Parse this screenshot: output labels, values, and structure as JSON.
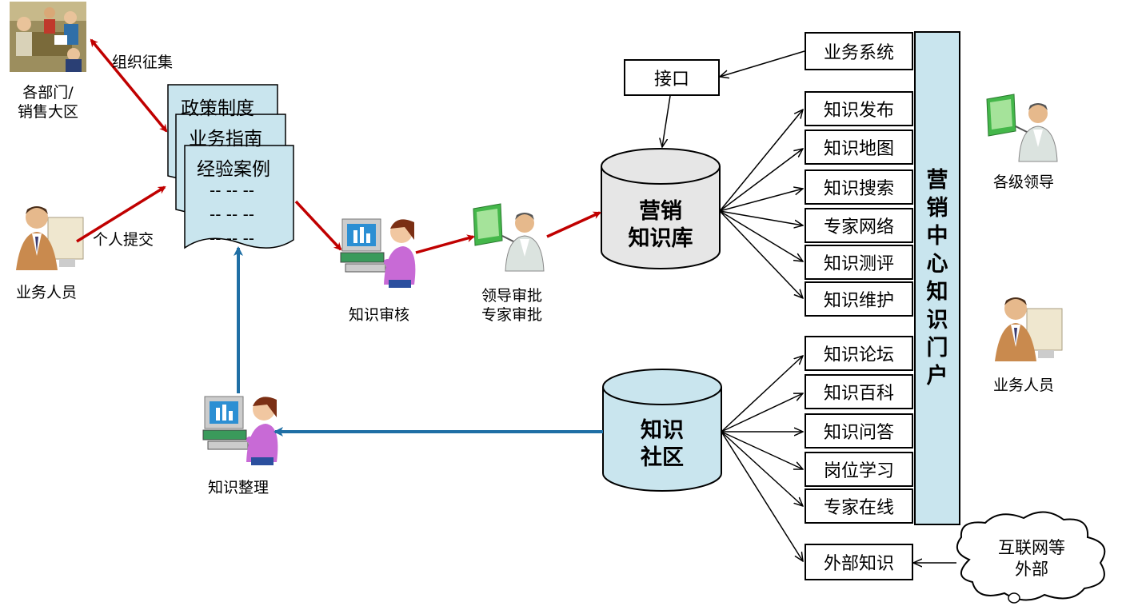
{
  "colors": {
    "red_flow": "#c00000",
    "blue_flow": "#1f6fa5",
    "light_blue": "#c9e5ee",
    "db_gray": "#e6e6e6"
  },
  "actors": {
    "departments": "各部门/\n销售大区",
    "staff_left": "业务人员",
    "leaders": "各级领导",
    "staff_right": "业务人员"
  },
  "flow_labels": {
    "collect": "组织征集",
    "personal": "个人提交"
  },
  "documents": {
    "policy": "政策制度",
    "guide": "业务指南",
    "cases": "经验案例",
    "dashes": [
      "-- -- --",
      "-- -- --",
      "-- -- --"
    ]
  },
  "steps": {
    "review": "知识审核",
    "approve": "领导审批\n专家审批",
    "organize": "知识整理"
  },
  "databases": {
    "marketing_kb": "营销\n知识库",
    "community": "知识\n社区"
  },
  "interface": "接口",
  "business_system": "业务系统",
  "portal": {
    "title": [
      "营",
      "销",
      "中",
      "心",
      "知",
      "识",
      "门",
      "户"
    ],
    "kb_items": [
      "知识发布",
      "知识地图",
      "知识搜索",
      "专家网络",
      "知识测评",
      "知识维护"
    ],
    "community_items": [
      "知识论坛",
      "知识百科",
      "知识问答",
      "岗位学习",
      "专家在线"
    ]
  },
  "external": {
    "box": "外部知识",
    "cloud": "互联网等\n外部"
  },
  "icons": [
    "meeting-photo-icon",
    "businessman-icon",
    "computer-worker-icon",
    "presenter-icon"
  ]
}
